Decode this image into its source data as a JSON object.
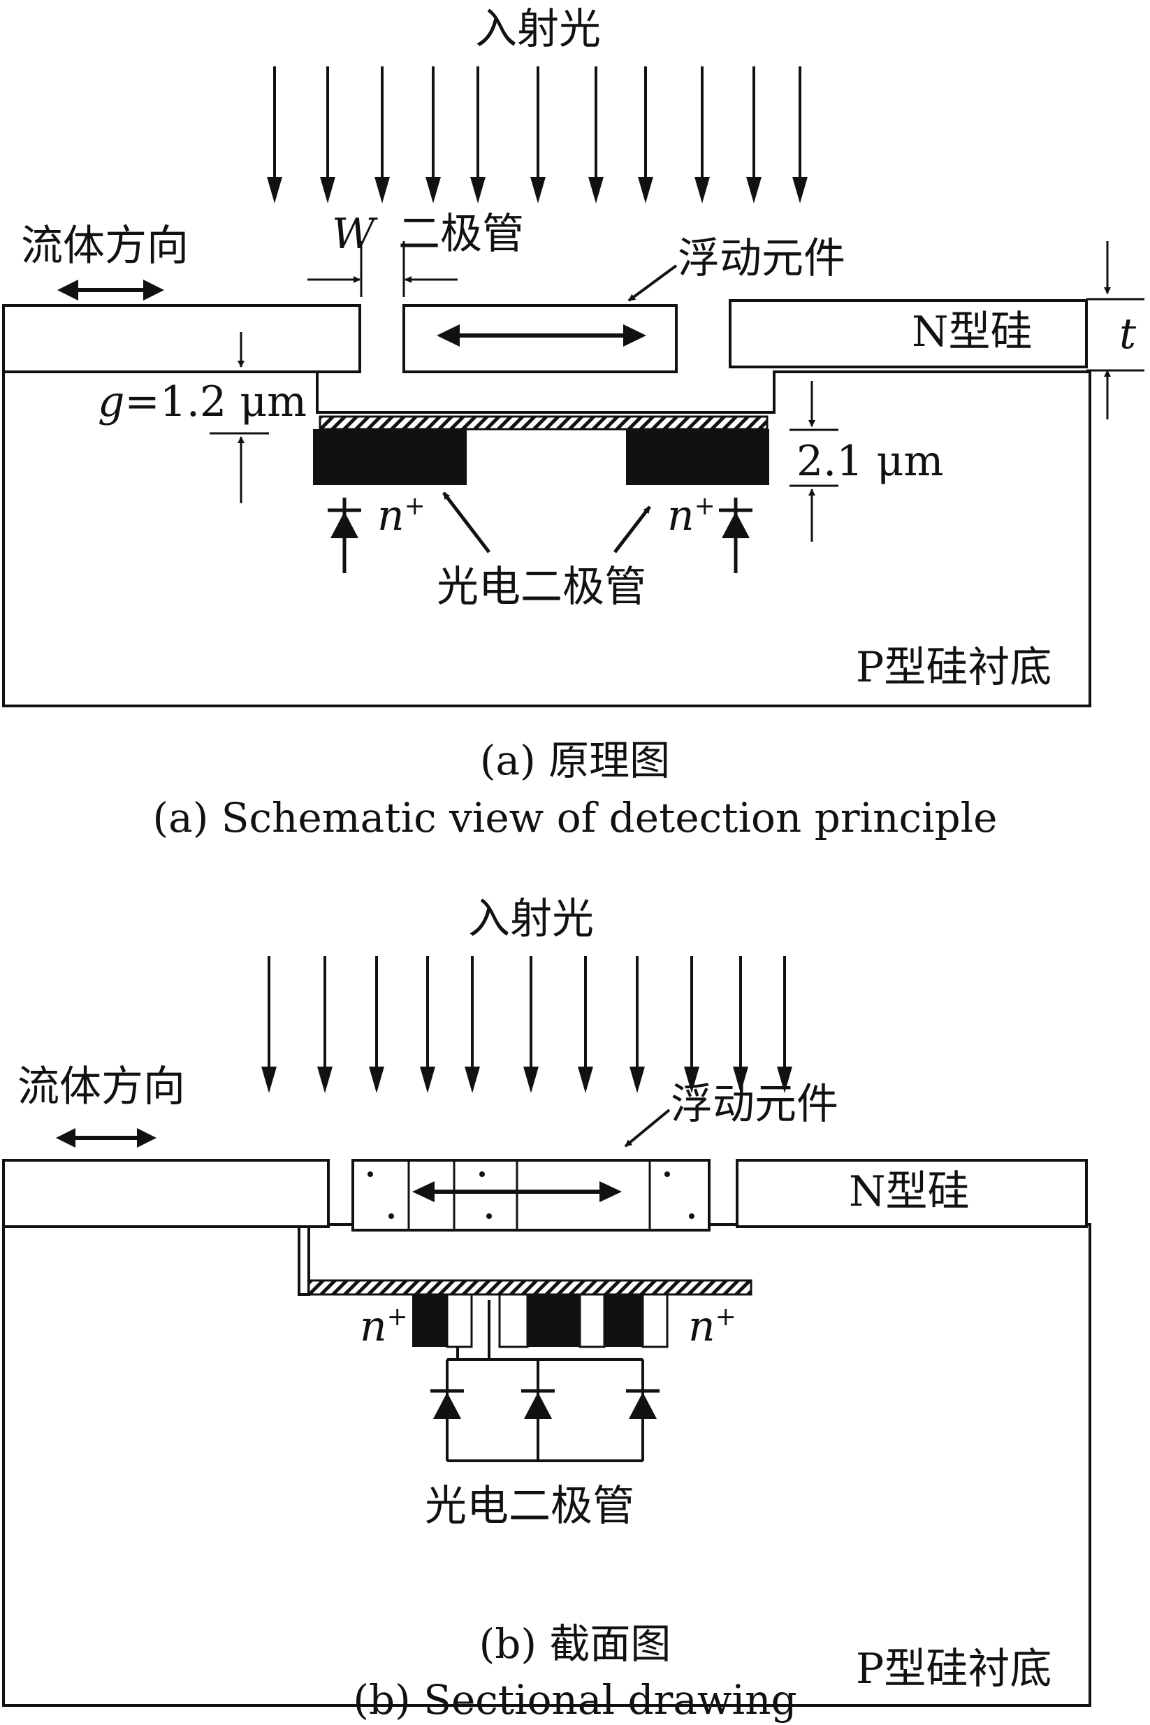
{
  "panel_a": {
    "incident_light": "入射光",
    "flow_direction": "流体方向",
    "floating_element": "浮动元件",
    "diode": "二极管",
    "w_label": "W",
    "t_label": "t",
    "n_silicon": "N型硅",
    "p_substrate": "P型硅衬底",
    "photodiode": "光电二极管",
    "n_plus": "n",
    "n_plus_sup": "+",
    "gap_g": "g",
    "gap_value": "=1.2 μm",
    "depth_value": "2.1 μm",
    "caption_cn": "(a) 原理图",
    "caption_en": "(a) Schematic view of detection principle"
  },
  "panel_b": {
    "incident_light": "入射光",
    "flow_direction": "流体方向",
    "floating_element": "浮动元件",
    "n_silicon": "N型硅",
    "p_substrate": "P型硅衬底",
    "photodiode": "光电二极管",
    "n_plus": "n",
    "n_plus_sup": "+",
    "caption_cn": "(b) 截面图",
    "caption_en": "(b) Sectional drawing"
  },
  "icons": [
    "down-arrow-icon",
    "double-arrow-icon",
    "diode-icon"
  ]
}
